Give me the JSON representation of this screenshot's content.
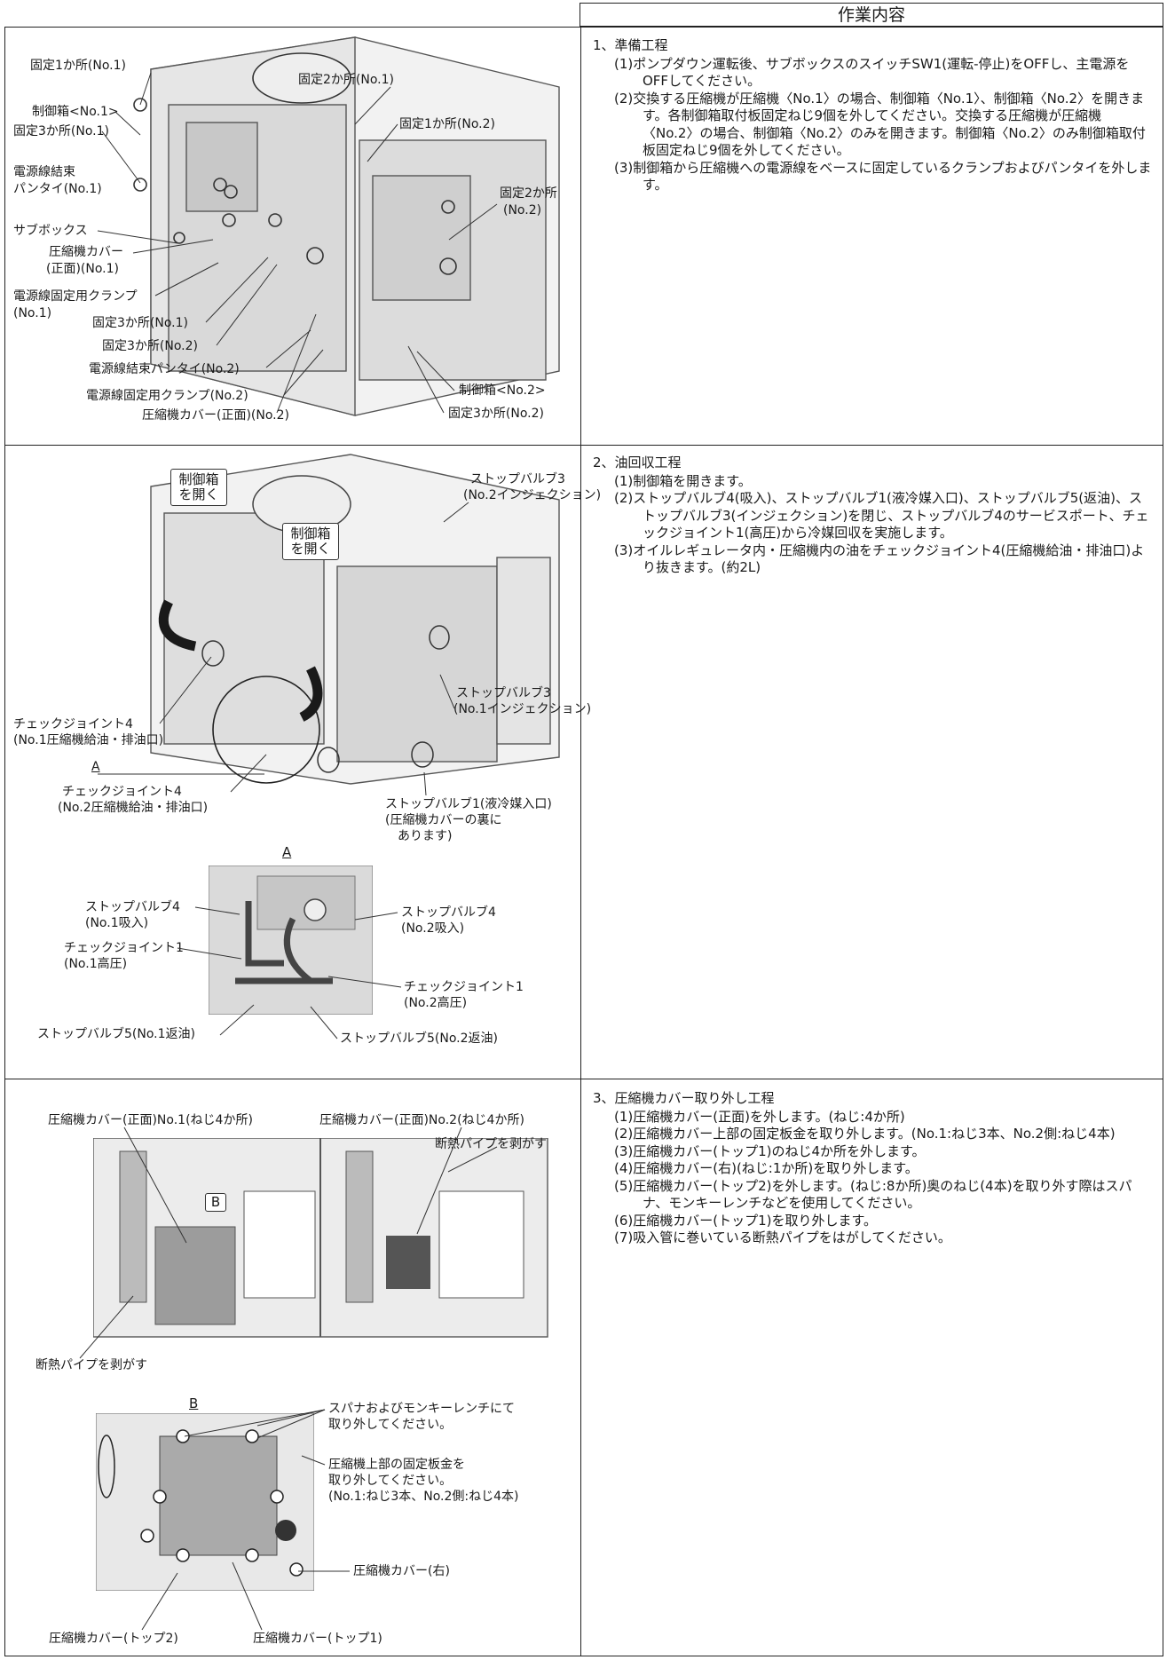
{
  "header": {
    "title": "作業内容"
  },
  "sections": [
    {
      "title": "1、準備工程",
      "items": [
        "(1)ポンプダウン運転後、サブボックスのスイッチSW1(運転-停止)をOFFし、主電源をOFFしてください。",
        "(2)交換する圧縮機が圧縮機〈No.1〉の場合、制御箱〈No.1〉、制御箱〈No.2〉を開きます。各制御箱取付板固定ねじ9個を外してください。交換する圧縮機が圧縮機〈No.2〉の場合、制御箱〈No.2〉のみを開きます。制御箱〈No.2〉のみ制御箱取付板固定ねじ9個を外してください。",
        "(3)制御箱から圧縮機への電源線をベースに固定しているクランプおよびパンタイを外します。"
      ]
    },
    {
      "title": "2、油回収工程",
      "items": [
        "(1)制御箱を開きます。",
        "(2)ストップバルブ4(吸入)、ストップバルブ1(液冷媒入口)、ストップバルブ5(返油)、ストップバルブ3(インジェクション)を閉じ、ストップバルブ4のサービスポート、チェックジョイント1(高圧)から冷媒回収を実施します。",
        "(3)オイルレギュレータ内・圧縮機内の油をチェックジョイント4(圧縮機給油・排油口)より抜きます。(約2L)"
      ]
    },
    {
      "title": "3、圧縮機カバー取り外し工程",
      "items": [
        "(1)圧縮機カバー(正面)を外します。(ねじ:4か所)",
        "(2)圧縮機カバー上部の固定板金を取り外します。(No.1:ねじ3本、No.2側:ねじ4本)",
        "(3)圧縮機カバー(トップ1)のねじ4か所を外します。",
        "(4)圧縮機カバー(右)(ねじ:1か所)を取り外します。",
        "(5)圧縮機カバー(トップ2)を外します。(ねじ:8か所)奥のねじ(4本)を取り外す際はスパナ、モンキーレンチなどを使用してください。",
        "(6)圧縮機カバー(トップ1)を取り外します。",
        "(7)吸入管に巻いている断熱パイプをはがしてください。"
      ]
    }
  ],
  "fig1": {
    "labels": [
      "固定1か所(No.1)",
      "固定2か所(No.1)",
      "制御箱<No.1>",
      "固定1か所(No.2)",
      "固定3か所(No.1)",
      "電源線結束",
      "パンタイ(No.1)",
      "固定2か所",
      "(No.2)",
      "サブボックス",
      "圧縮機カバー",
      "(正面)(No.1)",
      "電源線固定用クランプ",
      "(No.1)",
      "固定3か所(No.1)",
      "固定3か所(No.2)",
      "電源線結束パンタイ(No.2)",
      "制御箱<No.2>",
      "電源線固定用クランプ(No.2)",
      "圧縮機カバー(正面)(No.2)",
      "固定3か所(No.2)"
    ]
  },
  "fig2": {
    "callouts": [
      "制御箱を開く",
      "制御箱を開く"
    ],
    "labels": [
      "ストップバルブ3",
      "(No.2インジェクション)",
      "ストップバルブ3",
      "(No.1インジェクション)",
      "チェックジョイント4",
      "(No.1圧縮機給油・排油口)",
      "A",
      "チェックジョイント4",
      "(No.2圧縮機給油・排油口)",
      "ストップバルブ1(液冷媒入口)",
      "(圧縮機カバーの裏に",
      "あります)"
    ],
    "detail_title": "A",
    "detail_labels": [
      "ストップバルブ4",
      "(No.1吸入)",
      "ストップバルブ4",
      "(No.2吸入)",
      "チェックジョイント1",
      "(No.1高圧)",
      "チェックジョイント1",
      "(No.2高圧)",
      "ストップバルブ5(No.1返油)",
      "ストップバルブ5(No.2返油)"
    ]
  },
  "fig3": {
    "labels": [
      "圧縮機カバー(正面)No.1(ねじ4か所)",
      "圧縮機カバー(正面)No.2(ねじ4か所)",
      "断熱パイプを剥がす",
      "B",
      "断熱パイプを剥がす"
    ],
    "detail_title": "B",
    "detail_labels": [
      "スパナおよびモンキーレンチにて",
      "取り外してください。",
      "圧縮機上部の固定板金を",
      "取り外してください。",
      "(No.1:ねじ3本、No.2側:ねじ4本)",
      "圧縮機カバー(右)",
      "圧縮機カバー(トップ2)",
      "圧縮機カバー(トップ1)"
    ]
  }
}
